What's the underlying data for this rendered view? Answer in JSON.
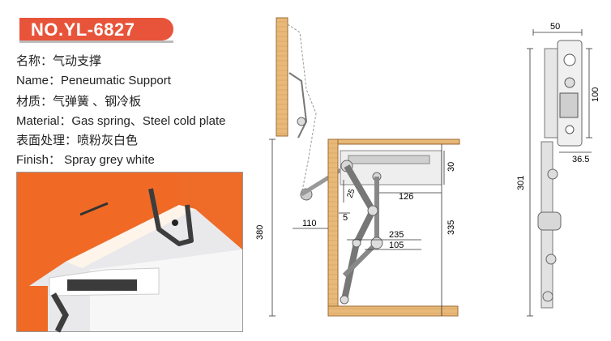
{
  "model_badge": "NO.YL-6827",
  "specs": [
    {
      "label": "名称：气动支撑"
    },
    {
      "label": "Name：Peneumatic Support"
    },
    {
      "label": "材质：气弹簧 、钢冷板"
    },
    {
      "label": "Material：Gas spring、Steel cold plate"
    },
    {
      "label": "表面处理：喷粉灰白色"
    },
    {
      "label": "Finish： Spray grey white"
    }
  ],
  "side_dimensions": {
    "d380": "380",
    "d110": "110",
    "d5": "5",
    "d235": "235",
    "d105": "105",
    "d126": "126",
    "d30": "30",
    "d335": "335",
    "d25": "25"
  },
  "bracket_dimensions": {
    "d50": "50",
    "d100": "100",
    "d36_5": "36.5",
    "d301": "301"
  },
  "colors": {
    "badge": "#e8543a",
    "wood": "#e8b979",
    "cabinet_door": "#f06a25"
  }
}
